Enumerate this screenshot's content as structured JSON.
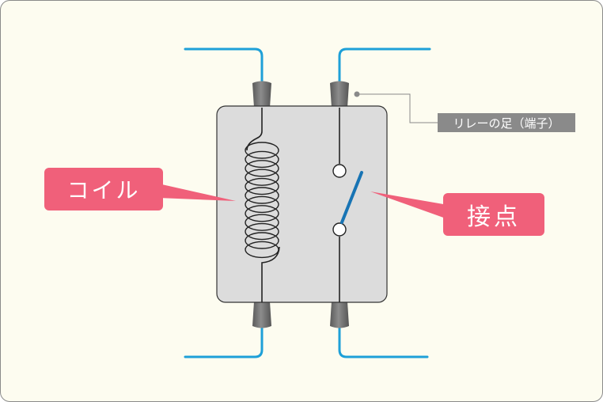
{
  "labels": {
    "coil": "コイル",
    "contact": "接点",
    "terminal": "リレーの足（端子）"
  },
  "colors": {
    "background": "#fdfcf0",
    "border": "#8a8a8a",
    "body_fill": "#dcdcdc",
    "wire": "#1ea0d8",
    "terminal_cap": "#6e6e6e",
    "switch_blade": "#1874b4",
    "callout_pink": "#f0607a",
    "callout_gray": "#8a8a8a"
  }
}
